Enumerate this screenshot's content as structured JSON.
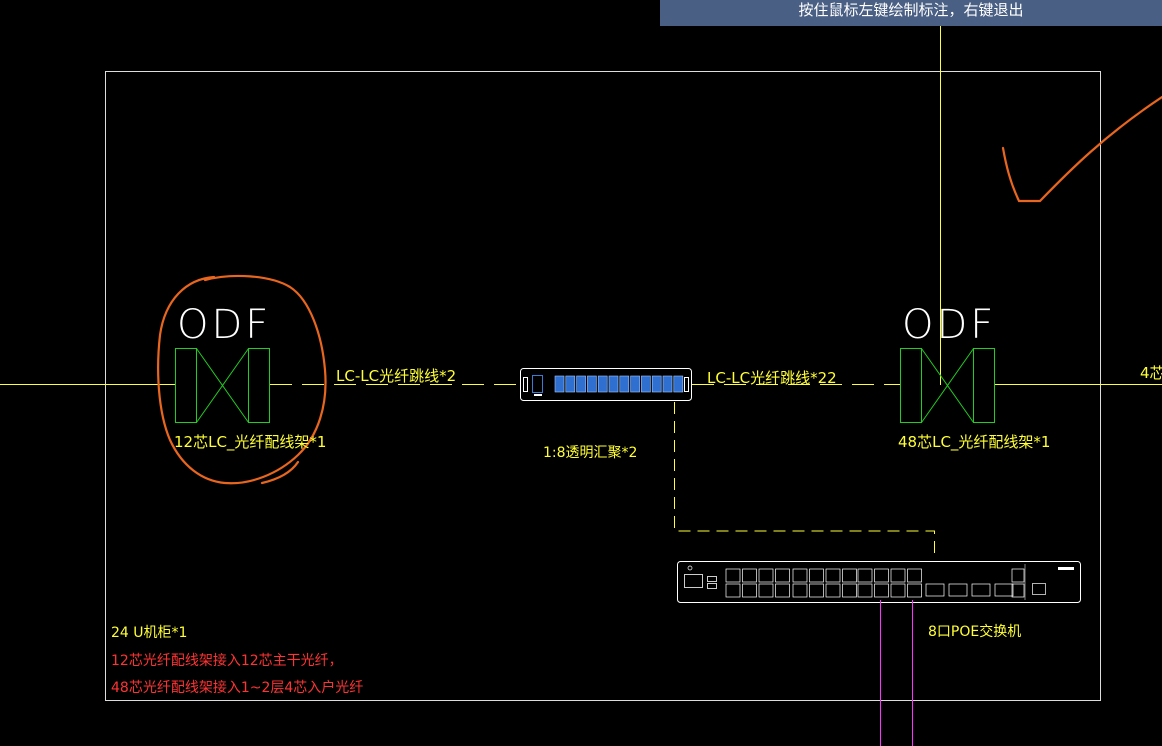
{
  "tooltip": "按住鼠标左键绘制标注，右键退出",
  "odf_left": {
    "title": "ODF",
    "caption": "12芯LC_光纤配线架*1"
  },
  "odf_right": {
    "title": "ODF",
    "caption": "48芯LC_光纤配线架*1"
  },
  "link_left": "LC-LC光纤跳线*2",
  "link_right": "LC-LC光纤跳线*22",
  "splitter_caption": "1:8透明汇聚*2",
  "switch_caption": "8口POE交换机",
  "edge_text": "4芯",
  "notes": {
    "cabinet": "24 U机柜*1",
    "line1": "12芯光纤配线架接入12芯主干光纤，",
    "line2": "48芯光纤配线架接入1~2层4芯入户光纤"
  },
  "colors": {
    "background": "#000000",
    "frame": "#ffffff",
    "link": "#ffff33",
    "equipment": "#22cc22",
    "annotation": "#e8661e",
    "note_red": "#ff3333",
    "crosshair": "#ffff33",
    "magenta": "#ff33ff",
    "tooltip_bg": "#4a5f84"
  }
}
